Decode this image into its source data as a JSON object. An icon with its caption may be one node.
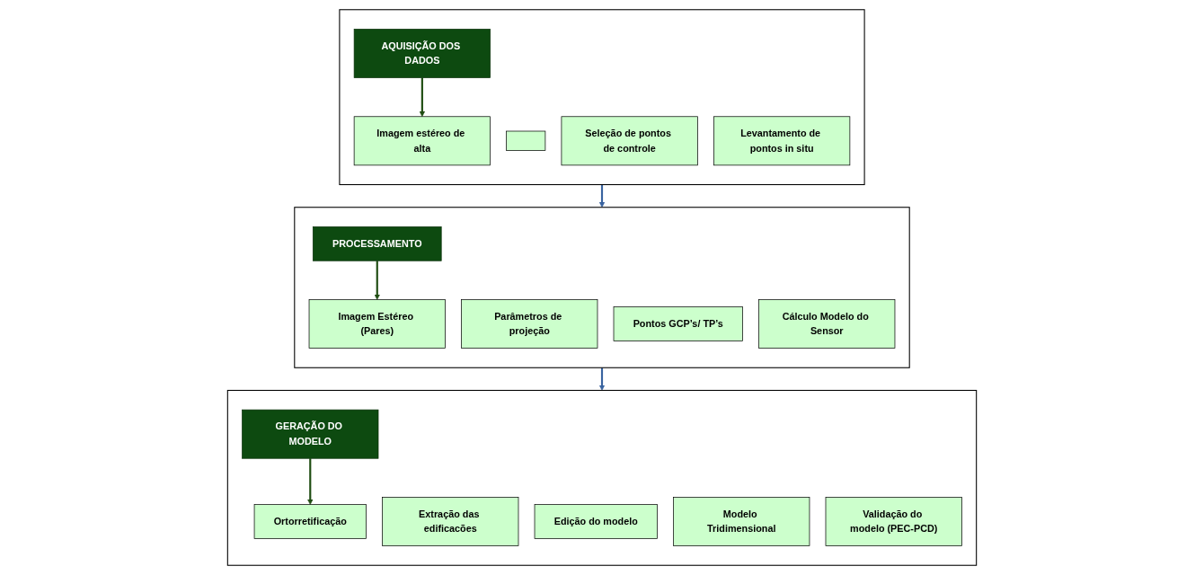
{
  "diagram": {
    "nodes": [
      {
        "text": [],
        "shape": "box"
      },
      {
        "text": [
          "AQUISIÇÃO DOS DADOS"
        ],
        "in": 0
      },
      {
        "text": [
          "Imagem estéreo de alta"
        ],
        "in": 0
      },
      {
        "text": [],
        "shape": "box",
        "in": 0
      },
      {
        "text": [
          "Seleção de pontos de controle"
        ],
        "in": 0
      },
      {
        "text": [
          "Levantamento de pontos in situ"
        ],
        "in": 0
      },
      {
        "text": [],
        "shape": "box"
      },
      {
        "text": [
          "PROCESSAMENTO"
        ],
        "in": 6
      },
      {
        "text": [
          "Imagem Estéreo (Pares)"
        ],
        "in": 6
      },
      {
        "text": [
          "Parâmetros de projeção"
        ],
        "in": 6
      },
      {
        "text": [
          "Pontos GCP’s/ TP’s"
        ],
        "in": 6
      },
      {
        "text": [
          "Cálculo Modelo do Sensor"
        ],
        "in": 6
      },
      {
        "text": [],
        "shape": "box"
      },
      {
        "text": [
          "GERAÇÃO DO MODELO"
        ],
        "in": 12
      },
      {
        "text": [
          "Extração das edificacões"
        ],
        "in": 12
      },
      {
        "text": [
          "Ortorretificação"
        ],
        "in": 12
      },
      {
        "text": [
          "Edição do modelo"
        ],
        "in": 12
      },
      {
        "text": [
          "Modelo Tridimensional"
        ],
        "in": 12
      },
      {
        "text": [
          "Validação do modelo (PEC-PCD)"
        ],
        "in": 12
      }
    ],
    "edges": [
      {
        "from": 1,
        "to": 2,
        "arrow": "to",
        "color": "#1f4d12"
      },
      {
        "from": 0,
        "to": 6,
        "arrow": "to",
        "color": "#3a64a0"
      },
      {
        "from": 7,
        "to": 8,
        "arrow": "to",
        "color": "#1f4d12"
      },
      {
        "from": 6,
        "to": 12,
        "arrow": "to",
        "color": "#3a64a0"
      },
      {
        "from": 13,
        "to": 15,
        "arrow": "to",
        "color": "#1f4d12"
      }
    ]
  }
}
